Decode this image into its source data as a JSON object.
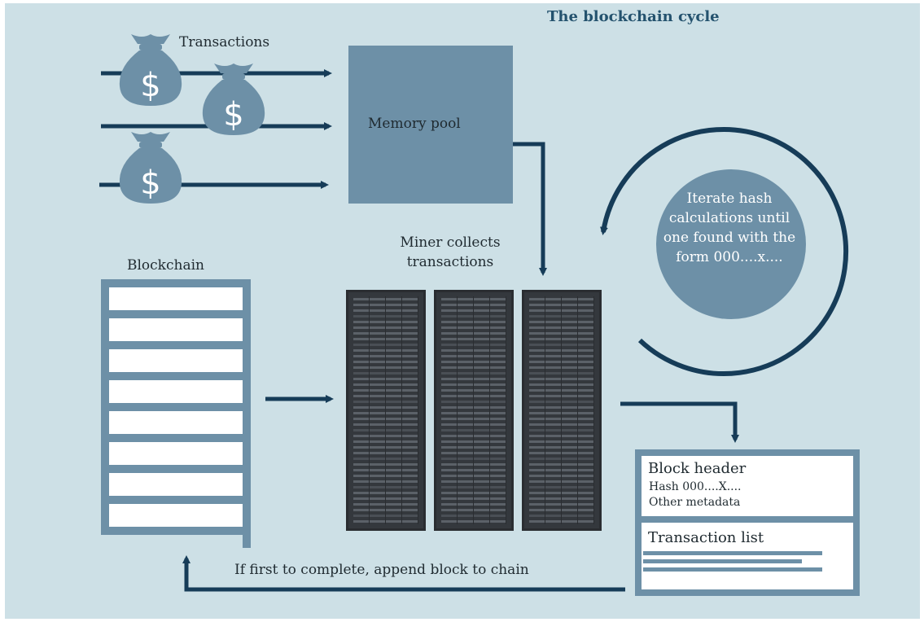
{
  "title": "The blockchain cycle",
  "transactions": {
    "label": "Transactions",
    "bag_symbol": "$"
  },
  "memory_pool": {
    "label": "Memory pool"
  },
  "miner": {
    "label": "Miner collects transactions"
  },
  "blockchain": {
    "label": "Blockchain",
    "block_count": 8
  },
  "hashing": {
    "label": "Iterate hash calculations until one found with the form 000....x...."
  },
  "block": {
    "header_title": "Block header",
    "hash_line": "Hash 000....X....",
    "metadata_line": "Other metadata",
    "transactions_title": "Transaction list"
  },
  "append": {
    "label": "If first to complete, append block to chain"
  },
  "colors": {
    "background": "#cde0e6",
    "dark_navy": "#163c58",
    "slate_blue": "#6d90a7",
    "server_dark": "#2a2d31",
    "title": "#24526e"
  }
}
